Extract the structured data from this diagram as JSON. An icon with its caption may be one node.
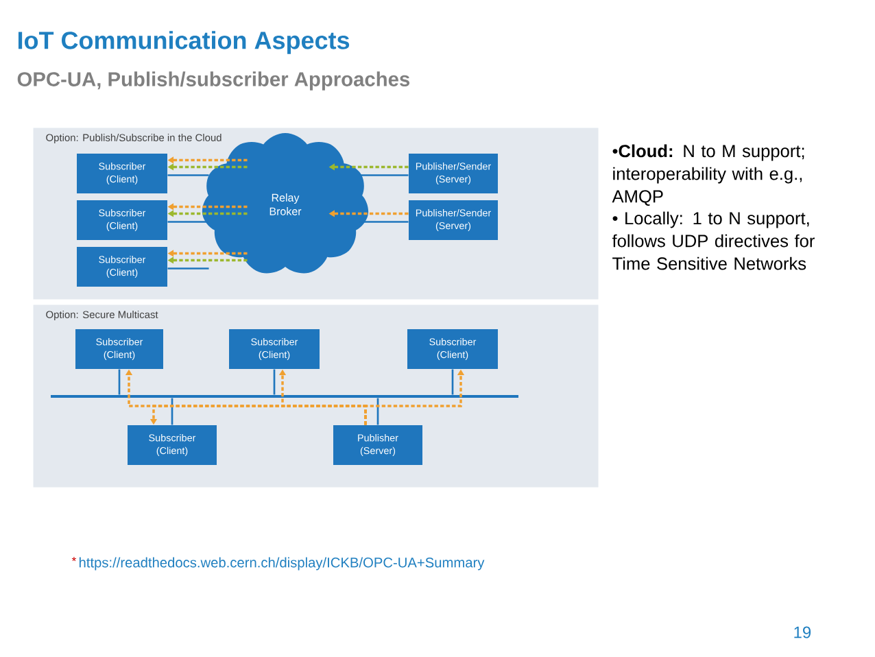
{
  "diagram": {
    "title": "IoT Communication Aspects",
    "nodes": [
      {
        "text": [
          "Option: Publish/Subscribe in the Cloud"
        ]
      },
      {
        "text": [
          "Subscriber (Client)"
        ],
        "in": 0
      },
      {
        "text": [
          "Subscriber (Client)"
        ],
        "in": 0
      },
      {
        "text": [
          "Subscriber (Client)"
        ],
        "in": 0
      },
      {
        "text": [
          "Relay Broker"
        ],
        "in": 0
      },
      {
        "text": [
          "Publisher/Sender (Server)"
        ],
        "in": 0
      },
      {
        "text": [
          "Publisher/Sender (Server)"
        ],
        "in": 0
      },
      {
        "text": [
          "Option: Secure Multicast"
        ]
      },
      {
        "text": [
          "Subscriber (Client)"
        ],
        "in": 7
      },
      {
        "text": [
          "Subscriber (Client)"
        ],
        "in": 7
      },
      {
        "text": [
          "Subscriber (Client)"
        ],
        "in": 7
      },
      {
        "text": [],
        "shape": "bar",
        "in": 7
      },
      {
        "text": [
          "Subscriber (Client)"
        ],
        "in": 7
      },
      {
        "text": [
          "Publisher (Server)"
        ],
        "in": 7
      }
    ],
    "edges": [
      {
        "from": 1,
        "to": 4,
        "arrow": "none"
      },
      {
        "from": 4,
        "to": 1,
        "arrow": "to",
        "style": "dashed",
        "color": "#f0a030"
      },
      {
        "from": 4,
        "to": 1,
        "arrow": "to",
        "style": "dashed",
        "color": "#9cb82e"
      },
      {
        "from": 2,
        "to": 4,
        "arrow": "none"
      },
      {
        "from": 4,
        "to": 2,
        "arrow": "to",
        "style": "dashed",
        "color": "#f0a030"
      },
      {
        "from": 4,
        "to": 2,
        "arrow": "to",
        "style": "dashed",
        "color": "#9cb82e"
      },
      {
        "from": 3,
        "to": 4,
        "arrow": "none"
      },
      {
        "from": 4,
        "to": 3,
        "arrow": "to",
        "style": "dashed",
        "color": "#f0a030"
      },
      {
        "from": 4,
        "to": 3,
        "arrow": "to",
        "style": "dashed",
        "color": "#9cb82e"
      },
      {
        "from": 5,
        "to": 4,
        "arrow": "none"
      },
      {
        "from": 5,
        "to": 4,
        "arrow": "to",
        "style": "dashed",
        "color": "#9cb82e"
      },
      {
        "from": 6,
        "to": 4,
        "arrow": "none"
      },
      {
        "from": 6,
        "to": 4,
        "arrow": "to",
        "style": "dashed",
        "color": "#f0a030"
      },
      {
        "from": 8,
        "to": 11,
        "arrow": "none"
      },
      {
        "from": 9,
        "to": 11,
        "arrow": "none"
      },
      {
        "from": 10,
        "to": 11,
        "arrow": "none"
      },
      {
        "from": 12,
        "to": 11,
        "arrow": "none"
      },
      {
        "from": 13,
        "to": 11,
        "arrow": "none"
      },
      {
        "from": 13,
        "to": 8,
        "arrow": "to",
        "style": "dashed",
        "color": "#f0a030"
      },
      {
        "from": 13,
        "to": 9,
        "arrow": "to",
        "style": "dashed",
        "color": "#f0a030"
      },
      {
        "from": 13,
        "to": 10,
        "arrow": "to",
        "style": "dashed",
        "color": "#f0a030"
      },
      {
        "from": 13,
        "to": 12,
        "arrow": "to",
        "style": "dashed",
        "color": "#f0a030"
      }
    ],
    "labels": [
      "OPC-UA, Publish/subscriber Approaches",
      "•**Cloud:** N to M support; interoperability  with e.g., AMQP",
      "• Locally: 1 to N support, follows UDP directives for Time Sensitive Networks",
      "*",
      "https://readthedocs.web.cern.ch/display/ICKB/OPC-UA+Summary",
      "19"
    ]
  }
}
